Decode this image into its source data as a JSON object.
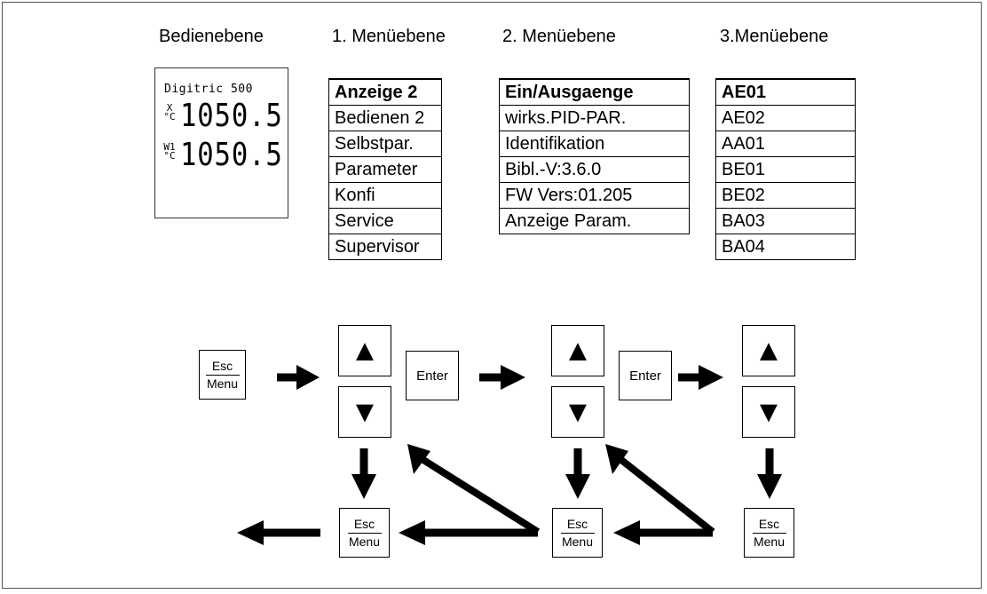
{
  "headers": {
    "level0": "Bedienebene",
    "level1": "1. Menüebene",
    "level2": "2. Menüebene",
    "level3": "3.Menüebene"
  },
  "display": {
    "title": "Digitric 500",
    "row1": {
      "unit_top": "X",
      "unit_bottom": "°C",
      "value": "1050.5"
    },
    "row2": {
      "unit_top": "W1",
      "unit_bottom": "°C",
      "value": "1050.5"
    }
  },
  "menu1": [
    "Anzeige 2",
    "Bedienen 2",
    "Selbstpar.",
    "Parameter",
    "Konfi",
    "Service",
    "Supervisor"
  ],
  "menu2": [
    "Ein/Ausgaenge",
    "wirks.PID-PAR.",
    "Identifikation",
    "Bibl.-V:3.6.0",
    "FW Vers:01.205",
    "Anzeige Param."
  ],
  "menu3": [
    "AE01",
    "AE02",
    "AA01",
    "BE01",
    "BE02",
    "BA03",
    "BA04"
  ],
  "keys": {
    "esc_top": "Esc",
    "esc_bottom": "Menu",
    "enter": "Enter",
    "up_glyph": "▲",
    "down_glyph": "▼"
  }
}
